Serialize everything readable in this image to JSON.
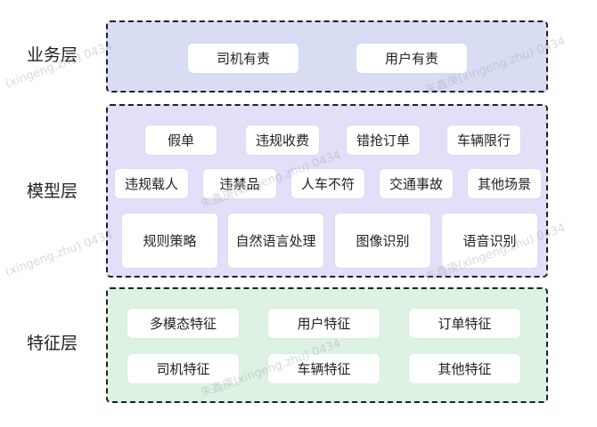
{
  "layers": {
    "business": {
      "label": "业务层",
      "items": [
        "司机有责",
        "用户有责"
      ]
    },
    "model": {
      "label": "模型层",
      "row1": [
        "假单",
        "违规收费",
        "错抢订单",
        "车辆限行"
      ],
      "row2": [
        "违规载人",
        "违禁品",
        "人车不符",
        "交通事故",
        "其他场景"
      ],
      "row3": [
        "规则策略",
        "自然语言处理",
        "图像识别",
        "语音识别"
      ]
    },
    "feature": {
      "label": "特征层",
      "row1": [
        "多模态特征",
        "用户特征",
        "订单特征"
      ],
      "row2": [
        "司机特征",
        "车辆特征",
        "其他特征"
      ]
    }
  },
  "watermark": {
    "name": "朱鑫庚",
    "text": "(xingeng.zhu) 0434"
  },
  "colors": {
    "business_bg": "#d9ddf3",
    "model_bg": "#e3dff8",
    "feature_bg": "#ddf2e3",
    "border": "#1f1f1f",
    "box_bg": "#ffffff"
  }
}
